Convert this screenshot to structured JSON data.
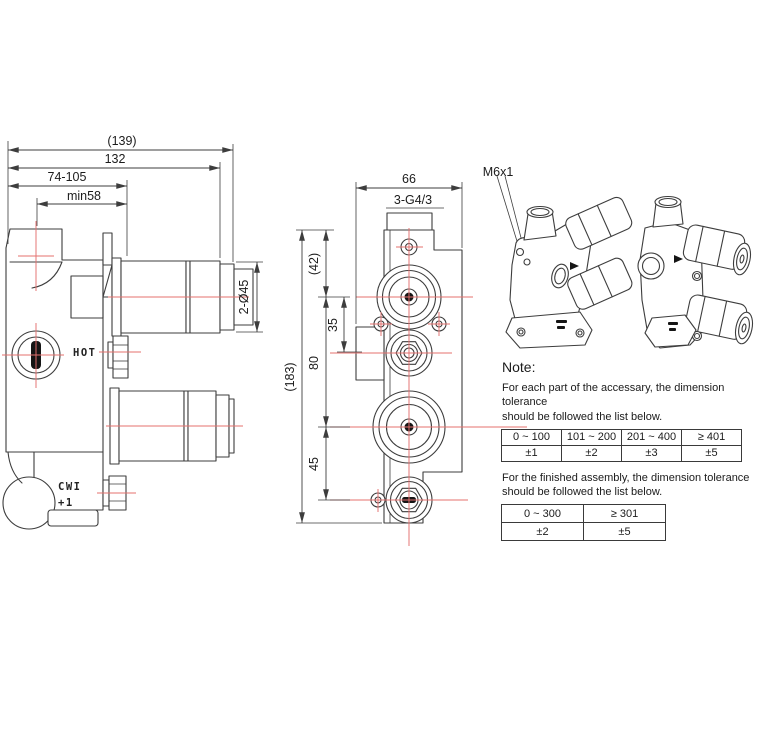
{
  "drawing": {
    "colors": {
      "line": "#3d3d3d",
      "centerline": "#e4706e",
      "text": "#1c1c1c"
    },
    "side_view": {
      "dims": {
        "overall_depth": "(139)",
        "depth_132": "132",
        "depth_range": "74-105",
        "min_depth": "min58",
        "cartridge_dia": "2-Ø45"
      },
      "labels": {
        "hot": "HOT",
        "cwi": "CWI",
        "plus_one": "+1"
      }
    },
    "front_view": {
      "dims": {
        "width": "66",
        "thread": "3-G4/3",
        "top_offset": "(42)",
        "port_gap": "35",
        "center_gap": "80",
        "bottom_gap": "45",
        "overall_height": "(183)"
      }
    },
    "iso_view": {
      "thread_label": "M6x1"
    }
  },
  "notes": {
    "title": "Note:",
    "part_note_line1": "For each part of the accessary, the dimension tolerance",
    "part_note_line2": "should be followed the list below.",
    "part_tolerance_table": {
      "ranges": [
        "0 ~ 100",
        "101 ~ 200",
        "201 ~ 400",
        "≥ 401"
      ],
      "tolerances": [
        "±1",
        "±2",
        "±3",
        "±5"
      ]
    },
    "assembly_note_line1": "For the finished assembly, the dimension tolerance",
    "assembly_note_line2": "should be followed the list below.",
    "assembly_tolerance_table": {
      "ranges": [
        "0 ~ 300",
        "≥ 301"
      ],
      "tolerances": [
        "±2",
        "±5"
      ]
    }
  }
}
